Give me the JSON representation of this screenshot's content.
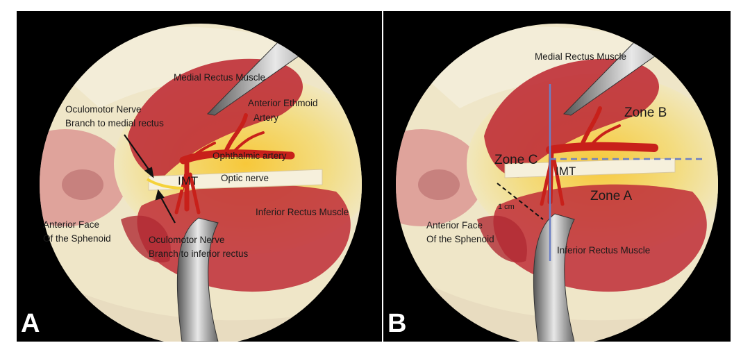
{
  "panels": [
    {
      "letter": "A",
      "labels": {
        "medial_rectus": "Medial Rectus Muscle",
        "anterior_ethmoid_1": "Anterior Ethmoid",
        "anterior_ethmoid_2": "Artery",
        "oculomotor_medial_1": "Oculomotor Nerve",
        "oculomotor_medial_2": "Branch to medial rectus",
        "ophthalmic_artery": "Ophthalmic artery",
        "imt": "IMT",
        "optic_nerve": "Optic nerve",
        "inferior_rectus": "Inferior Rectus Muscle",
        "sphenoid_1": "Anterior Face",
        "sphenoid_2": "Of the Sphenoid",
        "oculomotor_inferior_1": "Oculomotor Nerve",
        "oculomotor_inferior_2": "Branch to inferior rectus"
      }
    },
    {
      "letter": "B",
      "labels": {
        "medial_rectus": "Medial Rectus Muscle",
        "zone_b": "Zone B",
        "zone_c": "Zone C",
        "imt": "IMT",
        "zone_a": "Zone A",
        "one_cm": "1 cm",
        "sphenoid_1": "Anterior Face",
        "sphenoid_2": "Of the Sphenoid",
        "inferior_rectus": "Inferior Rectus Muscle"
      }
    }
  ],
  "colors": {
    "background": "#000000",
    "muscle": "#c0323a",
    "fat": "#f2dc7a",
    "artery": "#c8201a",
    "tissue": "#efe6c8",
    "zone_lines": "#6b7fc4"
  }
}
